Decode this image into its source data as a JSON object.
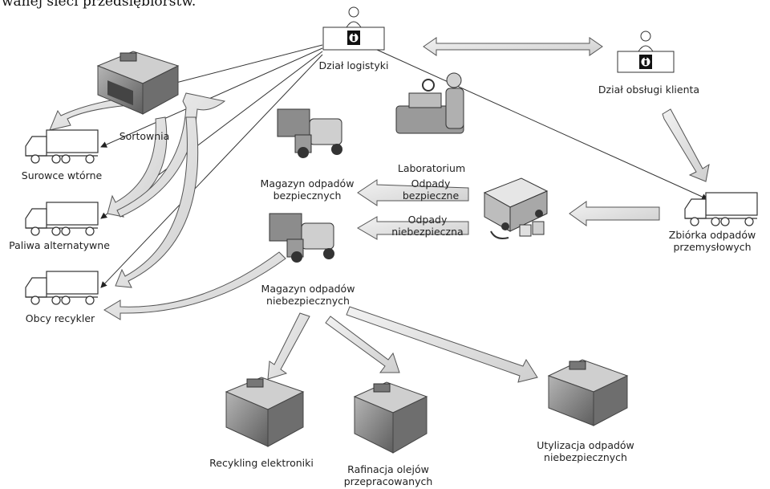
{
  "header_fragment": "wanej sieci przedsiębiorstw.",
  "nodes": {
    "logistics": "Dział logistyki",
    "customer_service": "Dział obsługi klienta",
    "sorting": "Sortownia",
    "secondary_materials": "Surowce wtórne",
    "alternative_fuels": "Paliwa alternatywne",
    "external_recycler": "Obcy recykler",
    "safe_warehouse": "Magazyn odpadów bezpiecznych",
    "hazardous_warehouse": "Magazyn odpadów niebezpiecznych",
    "laboratory": "Laboratorium",
    "safe_waste": "Odpady bezpieczne",
    "hazardous_waste": "Odpady niebezpieczna",
    "industrial_collection": "Zbiórka odpadów przemysłowych",
    "electronics_recycling": "Recykling elektroniki",
    "oil_refining": "Rafinacja olejów przepracowanych",
    "hazardous_disposal": "Utylizacja odpadów niebezpiecznych"
  },
  "colors": {
    "arrow_fill": "#e6e6e6",
    "arrow_stroke": "#555555",
    "building": "#8a8a8a",
    "truck_stroke": "#333333"
  }
}
